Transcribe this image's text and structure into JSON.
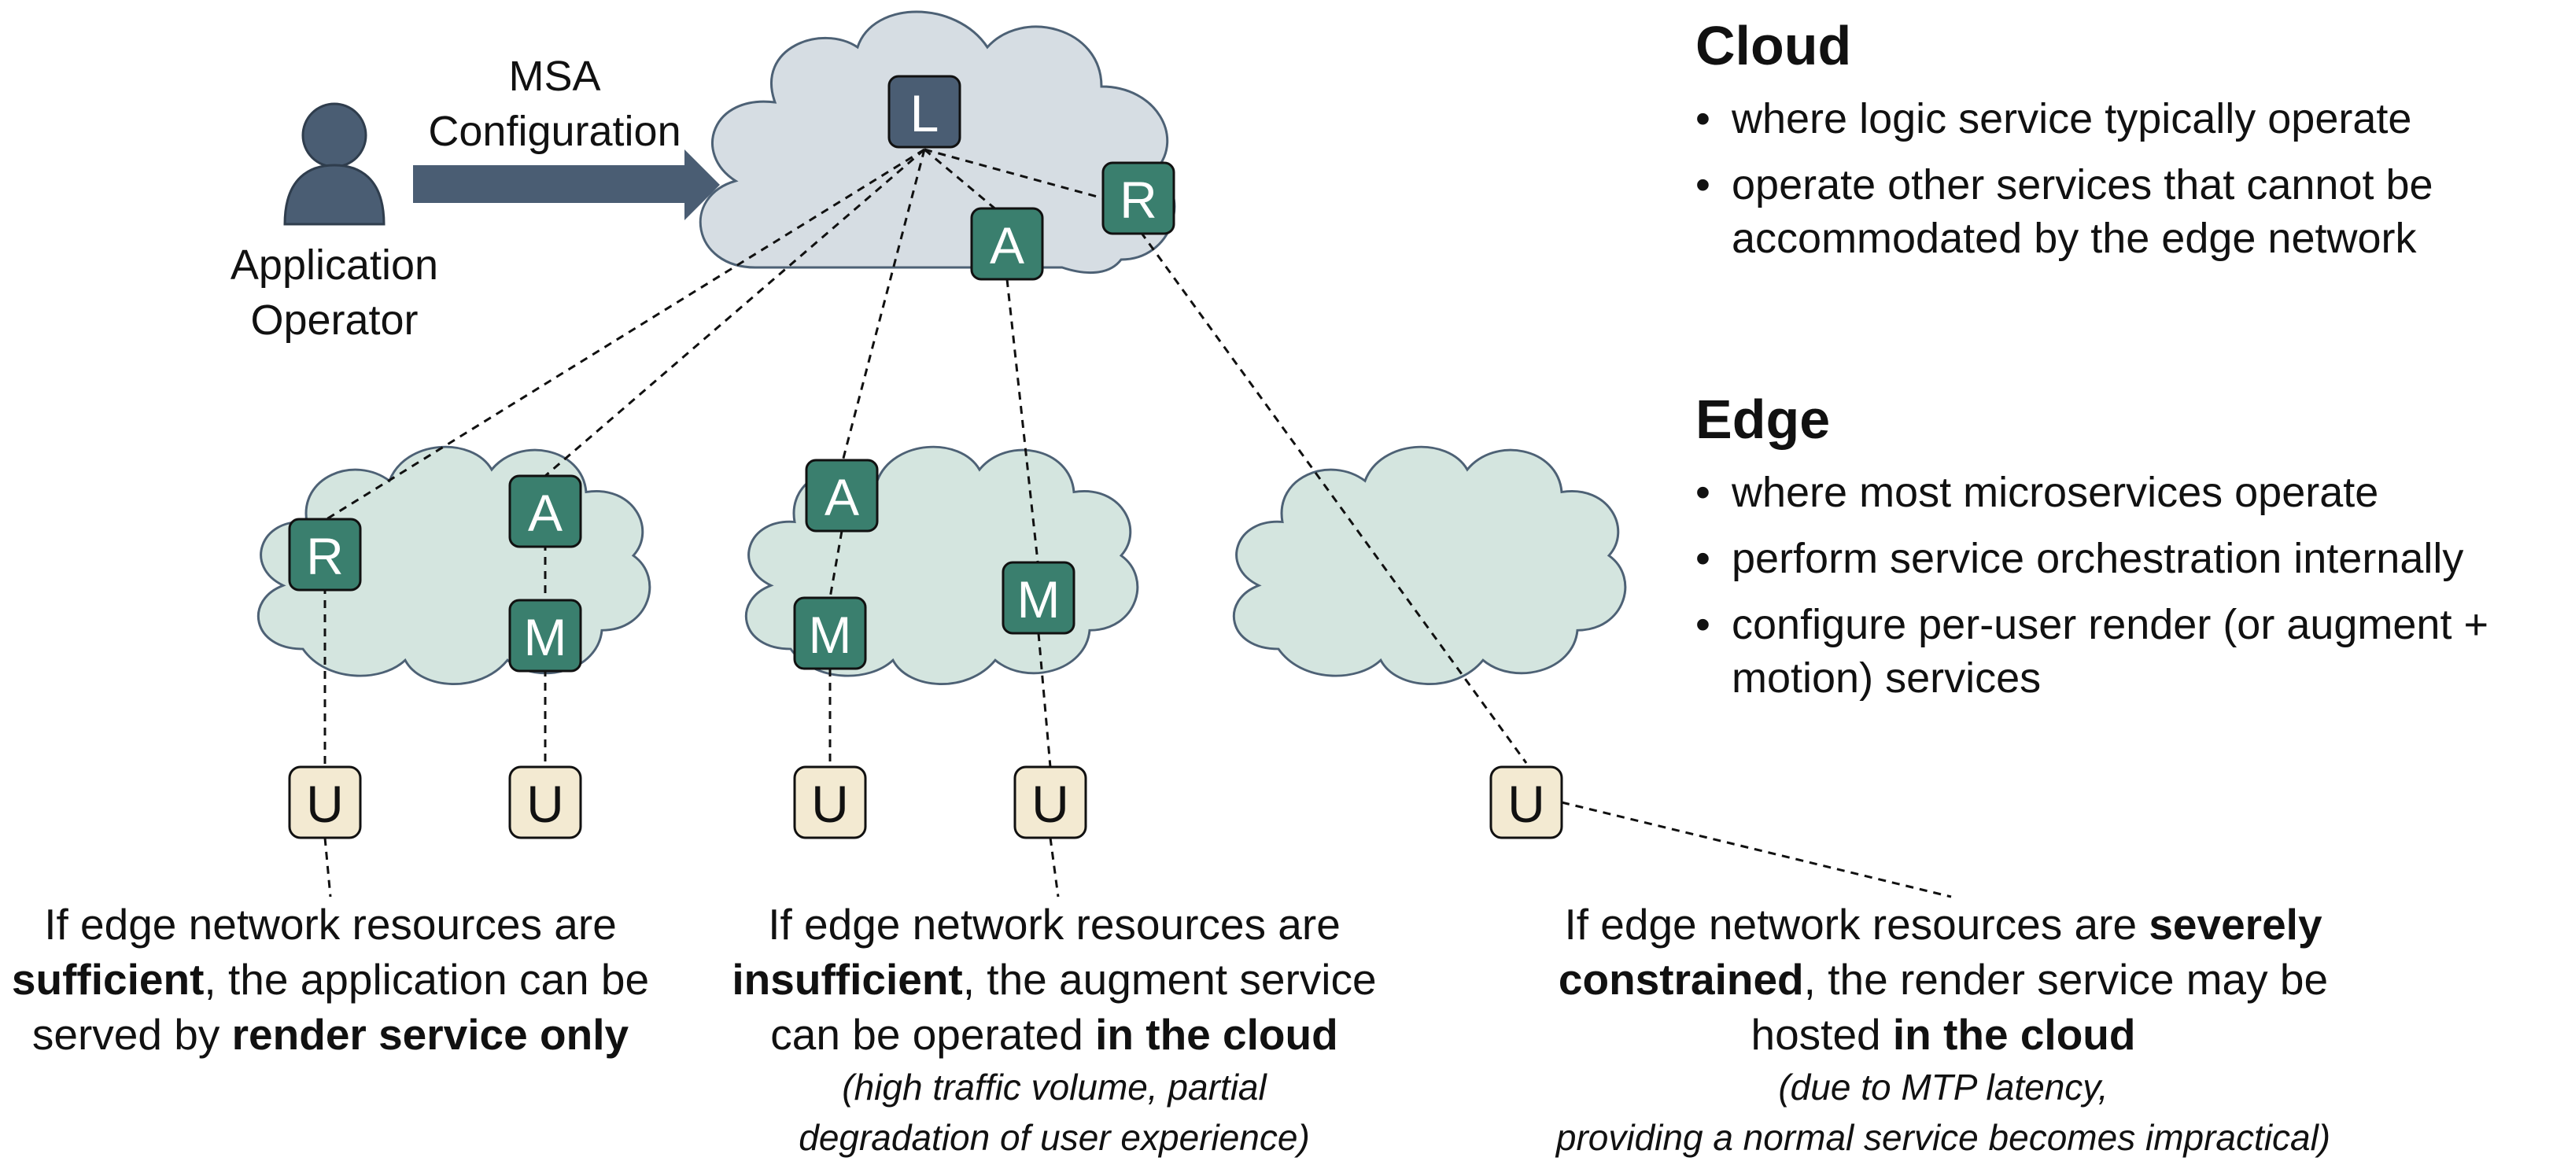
{
  "operator": {
    "label_line1": "Application",
    "label_line2": "Operator"
  },
  "msa": {
    "line1": "MSA",
    "line2": "Configuration"
  },
  "nodes": {
    "logic": "L",
    "augment": "A",
    "render": "R",
    "motion": "M",
    "user": "U"
  },
  "legend": {
    "cloud": {
      "title": "Cloud",
      "bullets": [
        "where logic service typically operate",
        "operate other services that cannot be accommodated by the edge network"
      ]
    },
    "edge": {
      "title": "Edge",
      "bullets": [
        "where most microservices operate",
        "perform service orchestration internally",
        "configure per-user render (or augment + motion) services"
      ]
    }
  },
  "captions": {
    "left": {
      "p1": "If edge network resources are ",
      "b1": "sufficient",
      "p2": ", the application can be served by ",
      "b2": "render service only"
    },
    "middle": {
      "p1": "If edge network resources are ",
      "b1": "insufficient",
      "p2": ", the augment service can be operated ",
      "b2": "in the cloud",
      "note": "(high traffic volume, partial degradation of user experience)"
    },
    "right": {
      "p1": "If edge network resources are ",
      "b1": "severely constrained",
      "p2": ", the render service may be hosted ",
      "b2": "in the cloud",
      "note_line1": "(due to MTP latency,",
      "note_line2": "providing a normal service becomes impractical)"
    }
  },
  "colors": {
    "cloud_top": "#d6dde3",
    "cloud_edge": "#d4e5df",
    "cloud_stroke": "#4d6175",
    "node_green": "#3a7f6e",
    "node_dark": "#4a5d73",
    "node_user": "#f3ead2",
    "arrow": "#4a5d73"
  }
}
